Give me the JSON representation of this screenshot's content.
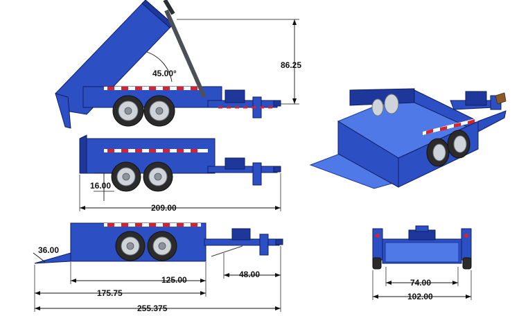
{
  "dimensions": {
    "dump_angle": "45.00°",
    "dump_height": "86.25",
    "ground_clearance": "16.00",
    "deck_length_side": "209.00",
    "ramp_angle": "36.00",
    "bed_length": "125.00",
    "tongue_length": "48.00",
    "overall_length_ramp": "175.75",
    "overall_length": "255.375",
    "inner_width": "74.00",
    "outer_width": "102.00"
  },
  "colors": {
    "trailer_blue": "#2d4fc4",
    "reflector_red": "#d8232a",
    "reflector_white": "#ffffff",
    "tire": "#2b2b2b"
  }
}
